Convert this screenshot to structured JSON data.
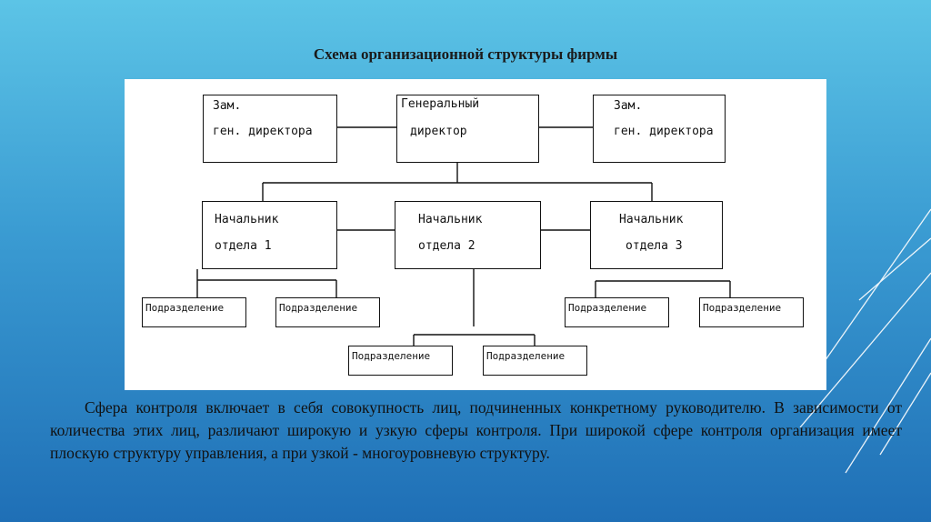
{
  "title": "Схема организационной структуры фирмы",
  "diagram": {
    "top": [
      {
        "line1": "Зам.",
        "line2": "ген. директора"
      },
      {
        "line1": "Генеральный",
        "line2": "директор"
      },
      {
        "line1": "Зам.",
        "line2": "ген. директора"
      }
    ],
    "heads": [
      {
        "line1": "Начальник",
        "line2": "отдела 1"
      },
      {
        "line1": "Начальник",
        "line2": "отдела 2"
      },
      {
        "line1": "Начальник",
        "line2": "отдела 3"
      }
    ],
    "units": [
      "Подразделение",
      "Подразделение",
      "Подразделение",
      "Подразделение",
      "Подразделение",
      "Подразделение"
    ]
  },
  "paragraph": "Сфера контроля включает в себя совокупность лиц, подчиненных конкретному руководителю. В зависимости от количества этих лиц, различают широкую и узкую сферы контроля. При широкой сфере контроля организация имеет плоскую структуру управления, а при узкой - многоуровневую структуру."
}
